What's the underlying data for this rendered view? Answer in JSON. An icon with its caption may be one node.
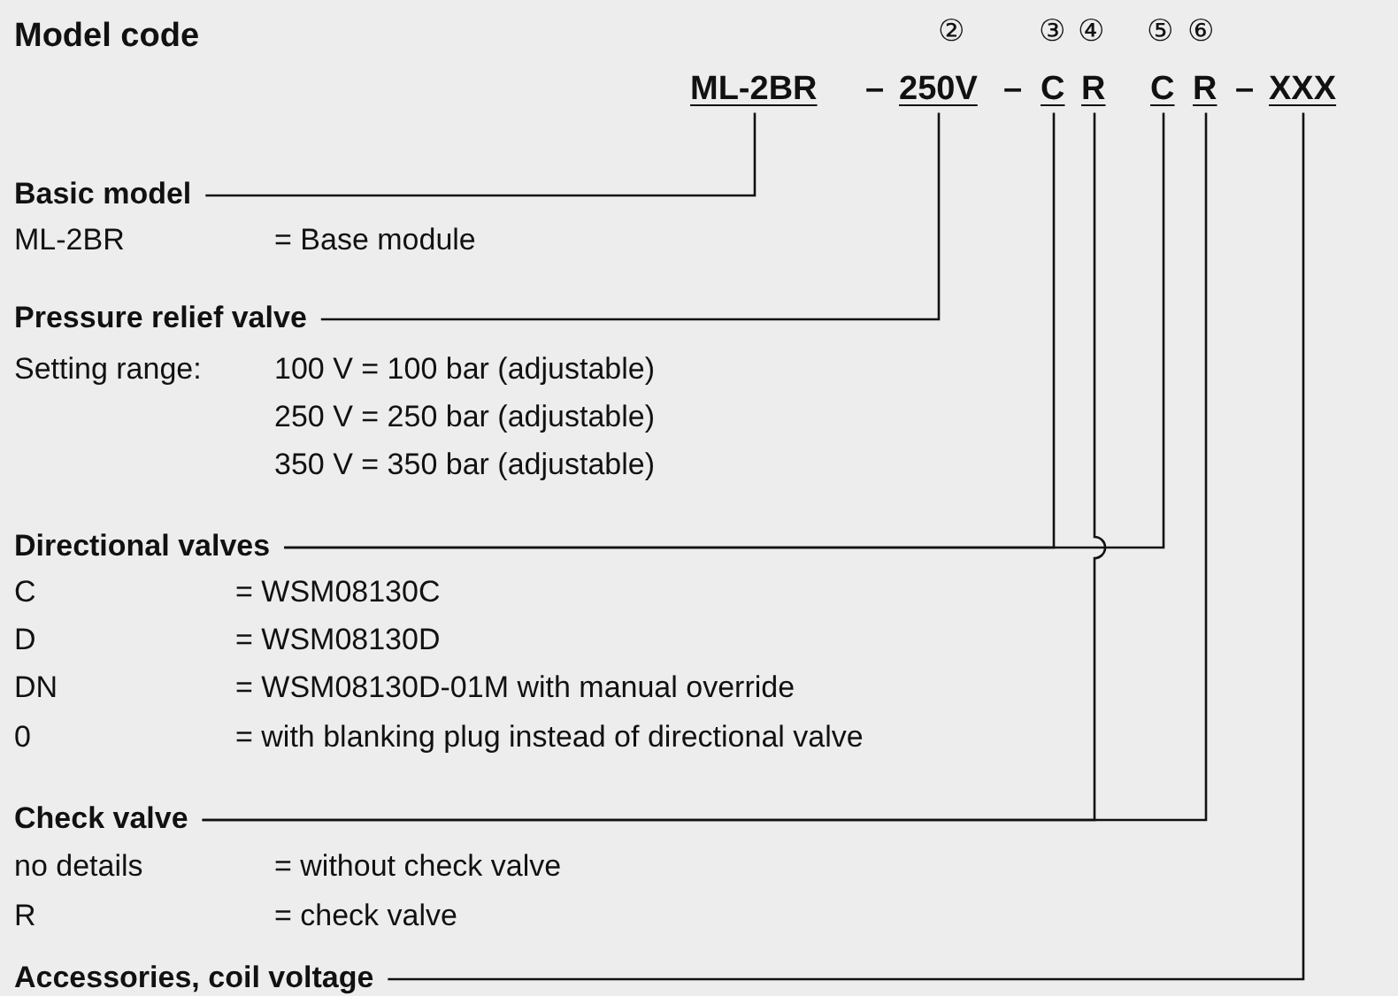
{
  "diagram": {
    "title": "Model code",
    "nodes": [
      {
        "text": [
          "ML-2BR"
        ]
      },
      {
        "text": [
          "250V"
        ]
      },
      {
        "text": [
          "C"
        ]
      },
      {
        "text": [
          "R"
        ]
      },
      {
        "text": [
          "C"
        ]
      },
      {
        "text": [
          "R"
        ]
      },
      {
        "text": [
          "XXX"
        ]
      },
      {
        "text": [
          "Basic model"
        ]
      },
      {
        "text": [
          "Pressure relief valve"
        ]
      },
      {
        "text": [
          "Directional valves"
        ]
      },
      {
        "text": [
          "Check valve"
        ]
      },
      {
        "text": [
          "Accessories, coil voltage"
        ]
      }
    ],
    "edges": [
      {
        "from": 0,
        "to": 7,
        "arrow": "none"
      },
      {
        "from": 1,
        "to": 8,
        "arrow": "none"
      },
      {
        "from": 2,
        "to": 9,
        "arrow": "none"
      },
      {
        "from": 4,
        "to": 9,
        "arrow": "none"
      },
      {
        "from": 3,
        "to": 10,
        "arrow": "none"
      },
      {
        "from": 5,
        "to": 10,
        "arrow": "none"
      },
      {
        "from": 6,
        "to": 11,
        "arrow": "none"
      }
    ],
    "labels": [
      "②",
      "③",
      "④",
      "⑤",
      "⑥",
      "–",
      "–",
      "–",
      "ML-2BR",
      "= Base module",
      "Setting range:",
      "100 V = 100 bar (adjustable)",
      "250 V = 250 bar (adjustable)",
      "350 V = 350 bar (adjustable)",
      "C",
      "= WSM08130C",
      "D",
      "= WSM08130D",
      "DN",
      "= WSM08130D-01M with manual override",
      "0",
      "= with blanking plug instead of directional valve",
      "no details",
      "= without check valve",
      "R",
      "= check valve"
    ]
  }
}
